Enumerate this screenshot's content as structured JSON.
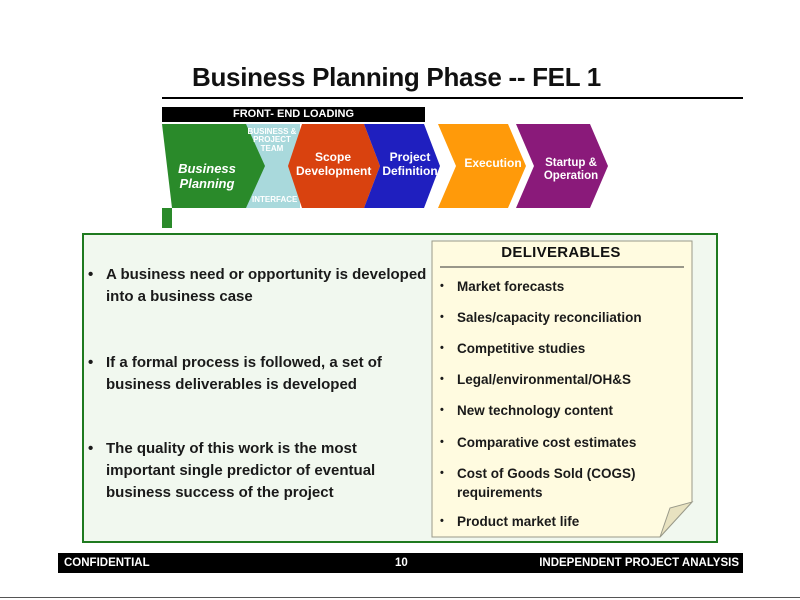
{
  "title": "Business Planning Phase -- FEL 1",
  "fel_bar": "FRONT- END LOADING",
  "flow": {
    "team_label": "BUSINESS & PROJECT TEAM",
    "interface_label": "INTERFACE",
    "stages": [
      {
        "label": "Business Planning",
        "color": "#2a8a2a"
      },
      {
        "label": "Scope Development",
        "color": "#d9420f"
      },
      {
        "label": "Project Definition",
        "color": "#1f1fbf"
      },
      {
        "label": "Execution",
        "color": "#ff9a0a"
      },
      {
        "label": "Startup & Operation",
        "color": "#8a1a7a"
      }
    ],
    "interface_color": "#a9d9dc"
  },
  "bullets": [
    "A business need or opportunity is developed into a business case",
    "If a formal process is followed, a set of business deliverables is developed",
    "The quality of this work is the most important single predictor of eventual business success of the project"
  ],
  "deliverables": {
    "title": "DELIVERABLES",
    "items": [
      "Market forecasts",
      "Sales/capacity reconciliation",
      "Competitive studies",
      "Legal/environmental/OH&S",
      "New technology content",
      "Comparative cost estimates",
      "Cost of Goods Sold (COGS) requirements",
      "Product market life"
    ]
  },
  "footer": {
    "left": "CONFIDENTIAL",
    "page": "10",
    "right": "INDEPENDENT PROJECT ANALYSIS"
  },
  "colors": {
    "box_border": "#1f7a1f",
    "box_bg": "#f1f8ef",
    "note_bg": "#fffbe0"
  }
}
